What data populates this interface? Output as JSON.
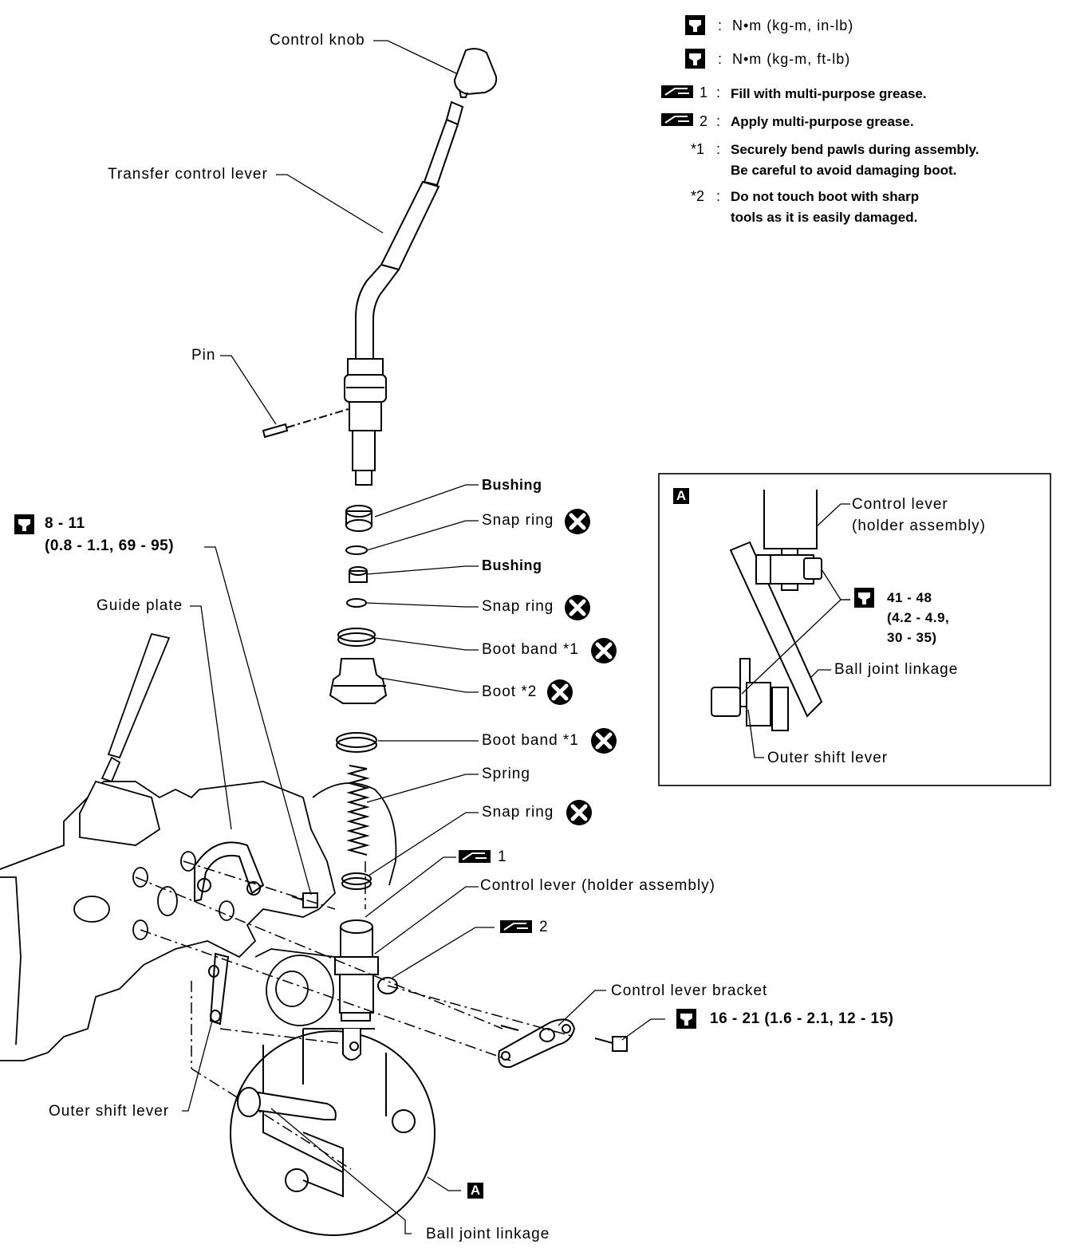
{
  "legend": {
    "torque_in_lb": "N•m (kg-m, in-lb)",
    "torque_ft_lb": "N•m (kg-m, ft-lb)",
    "grease_1_num": "1",
    "grease_1": "Fill with multi-purpose grease.",
    "grease_2_num": "2",
    "grease_2": "Apply multi-purpose grease.",
    "note_1_mark": "*1",
    "note_1_line1": "Securely bend pawls during assembly.",
    "note_1_line2": "Be careful to avoid damaging boot.",
    "note_2_mark": "*2",
    "note_2_line1": "Do not touch boot with sharp",
    "note_2_line2": "tools as it is easily damaged.",
    "colon": ":"
  },
  "labels": {
    "control_knob": "Control knob",
    "transfer_control_lever": "Transfer control lever",
    "pin": "Pin",
    "bushing_1": "Bushing",
    "snap_ring_1": "Snap ring",
    "bushing_2": "Bushing",
    "snap_ring_2": "Snap ring",
    "boot_band_1": "Boot band *1",
    "boot": "Boot *2",
    "boot_band_2": "Boot band *1",
    "spring": "Spring",
    "snap_ring_3": "Snap ring",
    "grease_1": "1",
    "control_lever_holder": "Control lever (holder assembly)",
    "grease_2": "2",
    "control_lever_bracket": "Control lever bracket",
    "guide_plate": "Guide plate",
    "outer_shift_lever": "Outer shift lever",
    "ball_joint_linkage": "Ball joint linkage",
    "callout_a": "A"
  },
  "torques": {
    "guide_plate_line1": "8 - 11",
    "guide_plate_line2": "(0.8 - 1.1, 69 - 95)",
    "bracket": "16 - 21 (1.6 - 2.1, 12 - 15)"
  },
  "inset": {
    "tag": "A",
    "control_lever_line1": "Control lever",
    "control_lever_line2": "(holder assembly)",
    "torque_line1": "41 - 48",
    "torque_line2": "(4.2 - 4.9,",
    "torque_line3": "30 - 35)",
    "ball_joint_linkage": "Ball joint linkage",
    "outer_shift_lever": "Outer shift lever"
  }
}
